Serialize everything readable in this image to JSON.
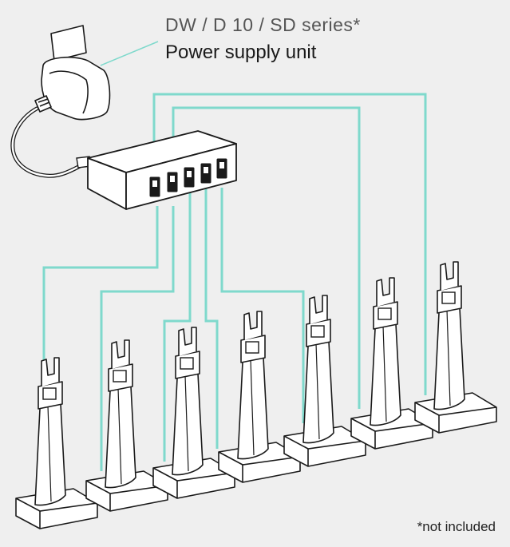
{
  "labels": {
    "product_series": "DW / D 10 / SD series*",
    "psu_name": "Power supply unit",
    "footnote": "*not included"
  },
  "colors": {
    "background": "#efefef",
    "cable": "#7fd9cc",
    "outline": "#1a1a1a",
    "fill": "#ffffff"
  },
  "components": {
    "psu_icon": "power-supply-unit",
    "hub_icon": "usb-hub",
    "hub_port_count": 5,
    "charger_icon": "headset-charger",
    "charger_count": 7
  }
}
